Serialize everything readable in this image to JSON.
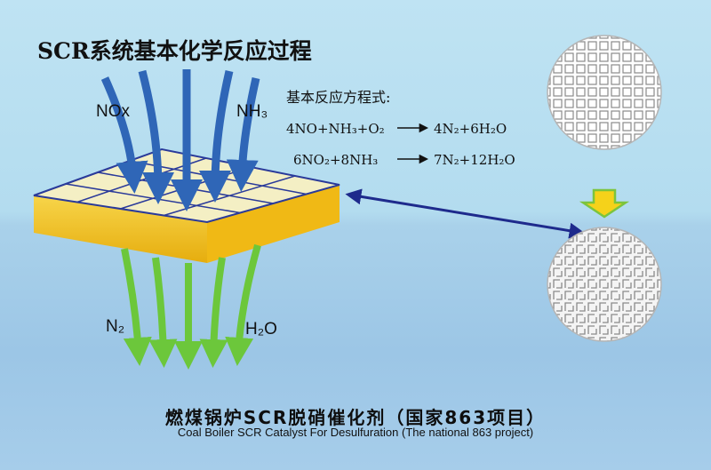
{
  "title": "SCR系统基本化学反应过程",
  "equations": {
    "heading": "基本反应方程式:",
    "eq1_left": "4NO+NH₃+O₂",
    "eq1_right": "4N₂+6H₂O",
    "eq2_left": "6NO₂+8NH₃",
    "eq2_right": "7N₂+12H₂O"
  },
  "labels": {
    "nox": "NOx",
    "nh3": "NH₃",
    "n2": "N₂",
    "h2o": "H₂O"
  },
  "caption": {
    "chinese": "燃煤锅炉SCR脱硝催化剂（国家863项目）",
    "english": "Coal Boiler SCR Catalyst For Desulfuration (The national 863 project)"
  },
  "colors": {
    "inflow_arrow": "#2f66b7",
    "outflow_arrow": "#6cc73b",
    "catalyst_top": "#f3eec0",
    "catalyst_side": "#f2c11b",
    "connector": "#1e2a8c",
    "down_arrow": "#f5d21a"
  }
}
